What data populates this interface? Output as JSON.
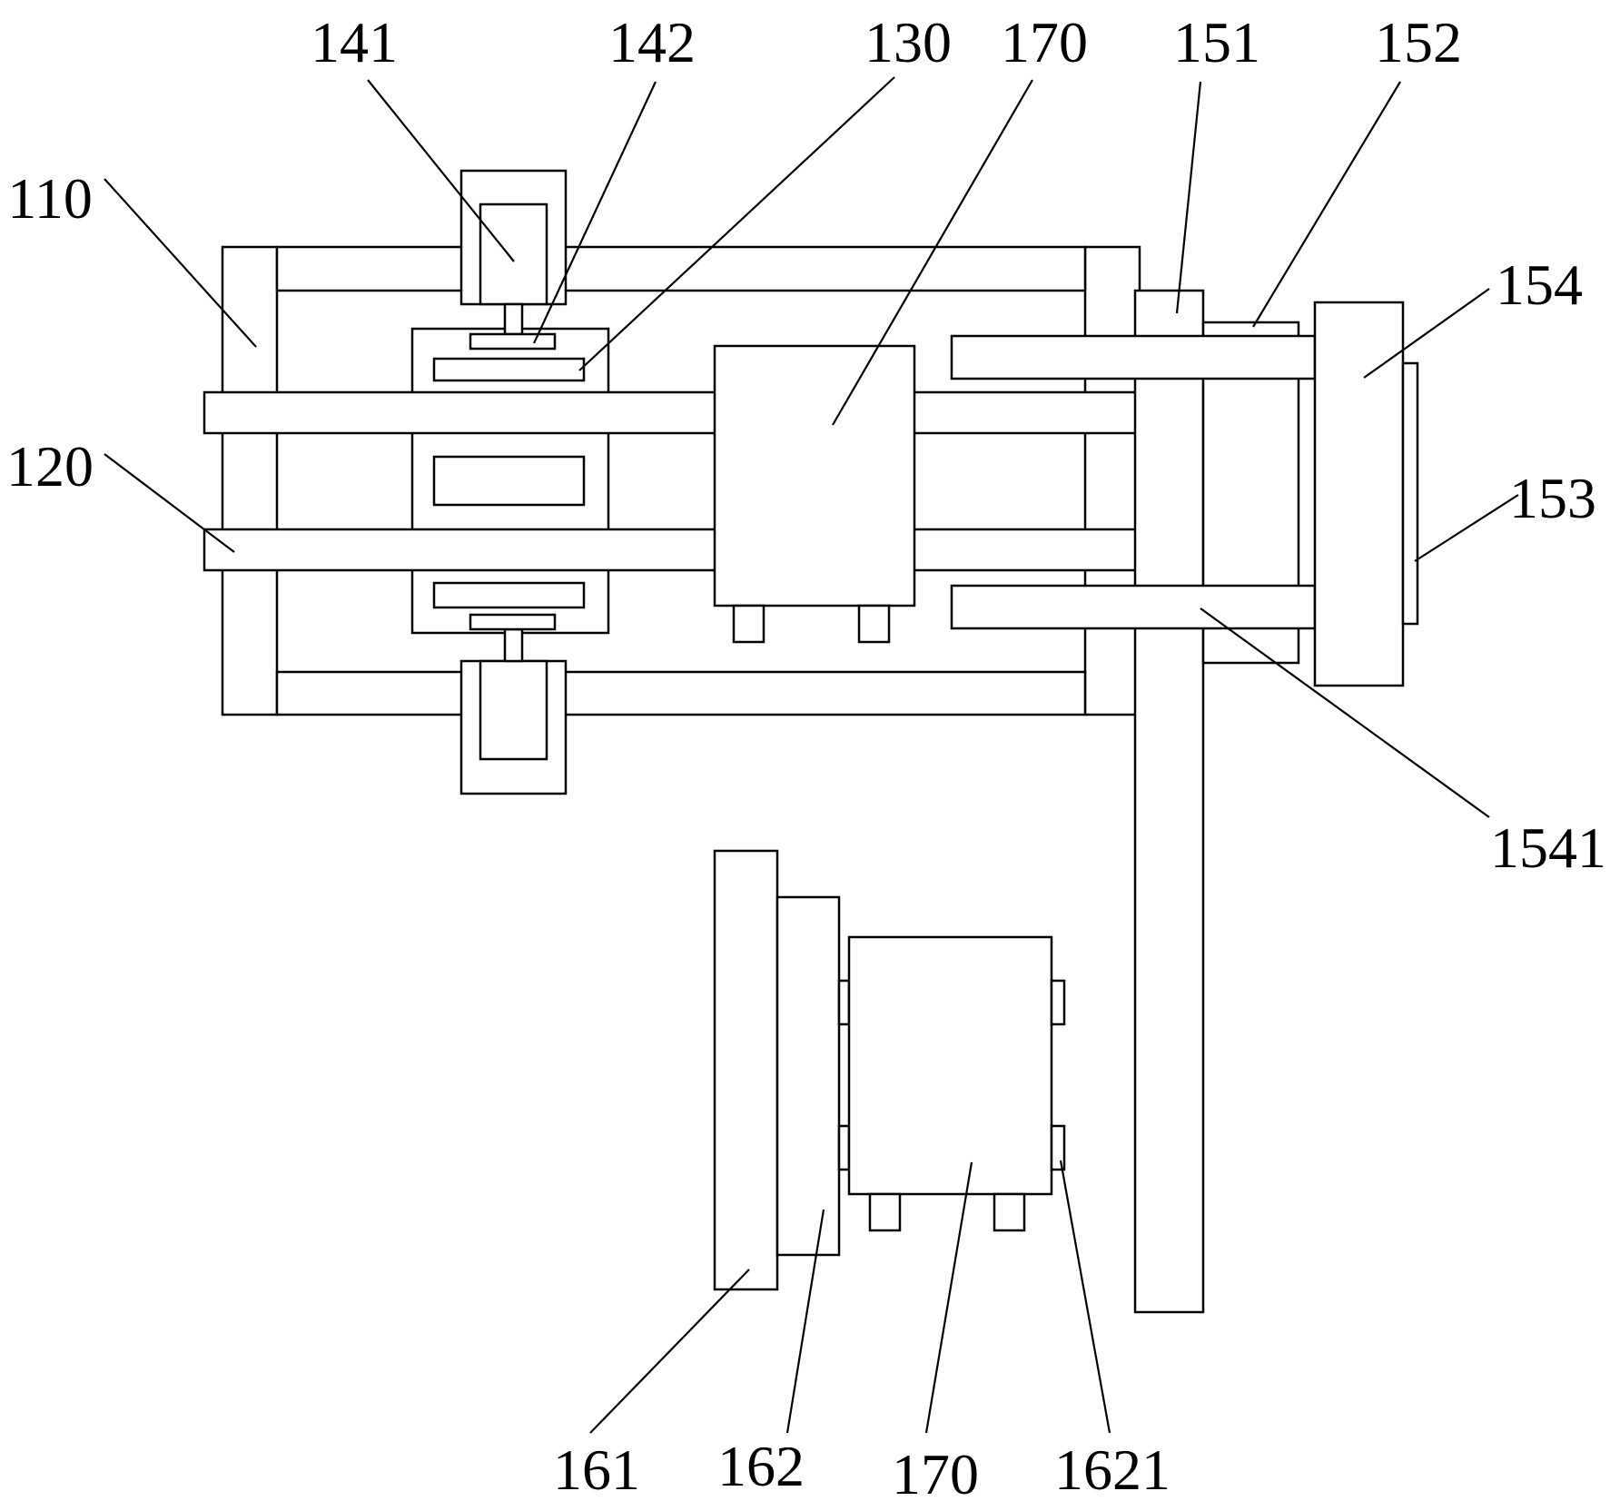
{
  "labels": {
    "l110": "110",
    "l120": "120",
    "l141": "141",
    "l142": "142",
    "l130": "130",
    "l170_top": "170",
    "l151": "151",
    "l152": "152",
    "l154": "154",
    "l153": "153",
    "l1541": "1541",
    "l161": "161",
    "l162": "162",
    "l170_bottom": "170",
    "l1621": "1621"
  },
  "colors": {
    "stroke": "#000000",
    "background": "#ffffff"
  }
}
